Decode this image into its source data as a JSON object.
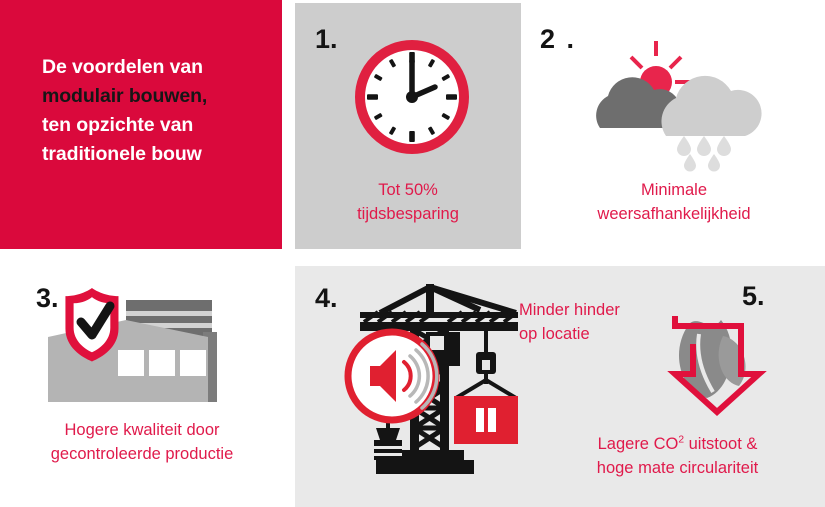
{
  "colors": {
    "crimson": "#DA093C",
    "caption_red": "#E01A4B",
    "icon_red": "#E02030",
    "panel_gray": "#CDCDCD",
    "panel_light_gray": "#E9E9E9",
    "dark_gray": "#6E6E6E",
    "mid_gray": "#9B9B9B",
    "light_gray": "#C9C9C9",
    "black": "#141414",
    "white": "#FFFFFF"
  },
  "title": {
    "line1": "De voordelen van",
    "line2": "modulair bouwen,",
    "line3": "ten opzichte van",
    "line4": "traditionele bouw"
  },
  "steps": [
    {
      "number": "1.",
      "icon": "clock-icon",
      "caption_line1": "Tot 50%",
      "caption_line2": "tijdsbesparing"
    },
    {
      "number": "2 .",
      "icon": "sun-clouds-rain-icon",
      "caption_line1": "Minimale",
      "caption_line2": "weersafhankelijkheid"
    },
    {
      "number": "3.",
      "icon": "factory-shield-check-icon",
      "caption_line1": "Hogere kwaliteit door",
      "caption_line2": "gecontroleerde productie"
    },
    {
      "number": "4.",
      "icon": "crane-speaker-icon",
      "caption_line1": "Minder hinder",
      "caption_line2": "op locatie"
    },
    {
      "number": "5.",
      "icon": "leaf-down-arrow-icon",
      "caption_line1_pre": "Lagere CO",
      "caption_line1_sup": "2",
      "caption_line1_post": " uitstoot &",
      "caption_line2": "hoge mate circulariteit"
    }
  ]
}
